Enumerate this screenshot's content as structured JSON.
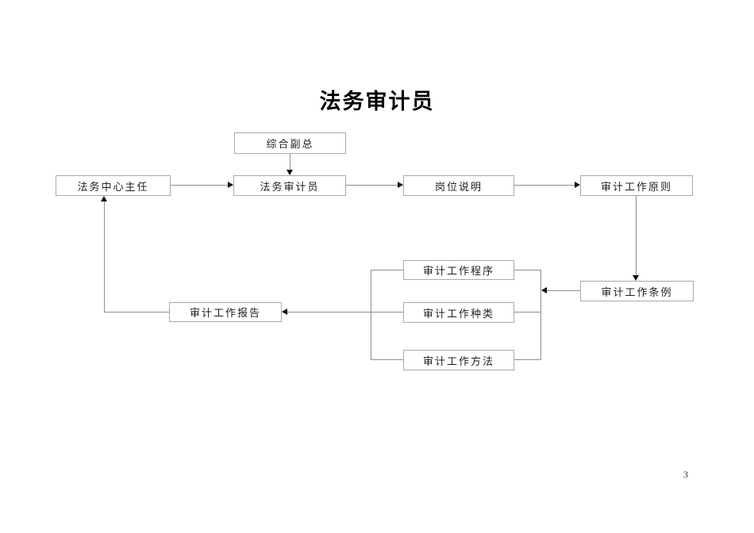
{
  "page": {
    "title": "法务审计员",
    "page_number": "3"
  },
  "colors": {
    "background": "#ffffff",
    "box_border": "#a9a9a9",
    "connector_line": "#8f8f8f",
    "arrowhead": "#111111",
    "text": "#1f1f1f"
  },
  "nodes": [
    {
      "id": "comprehensive-deputy-gm",
      "label": "综合副总"
    },
    {
      "id": "legal-center-director",
      "label": "法务中心主任"
    },
    {
      "id": "legal-auditor",
      "label": "法务审计员"
    },
    {
      "id": "job-description",
      "label": "岗位说明"
    },
    {
      "id": "audit-work-principles",
      "label": "审计工作原则"
    },
    {
      "id": "audit-work-regulations",
      "label": "审计工作条例"
    },
    {
      "id": "audit-work-procedures",
      "label": "审计工作程序"
    },
    {
      "id": "audit-work-types",
      "label": "审计工作种类"
    },
    {
      "id": "audit-work-methods",
      "label": "审计工作方法"
    },
    {
      "id": "audit-work-report",
      "label": "审计工作报告"
    }
  ]
}
